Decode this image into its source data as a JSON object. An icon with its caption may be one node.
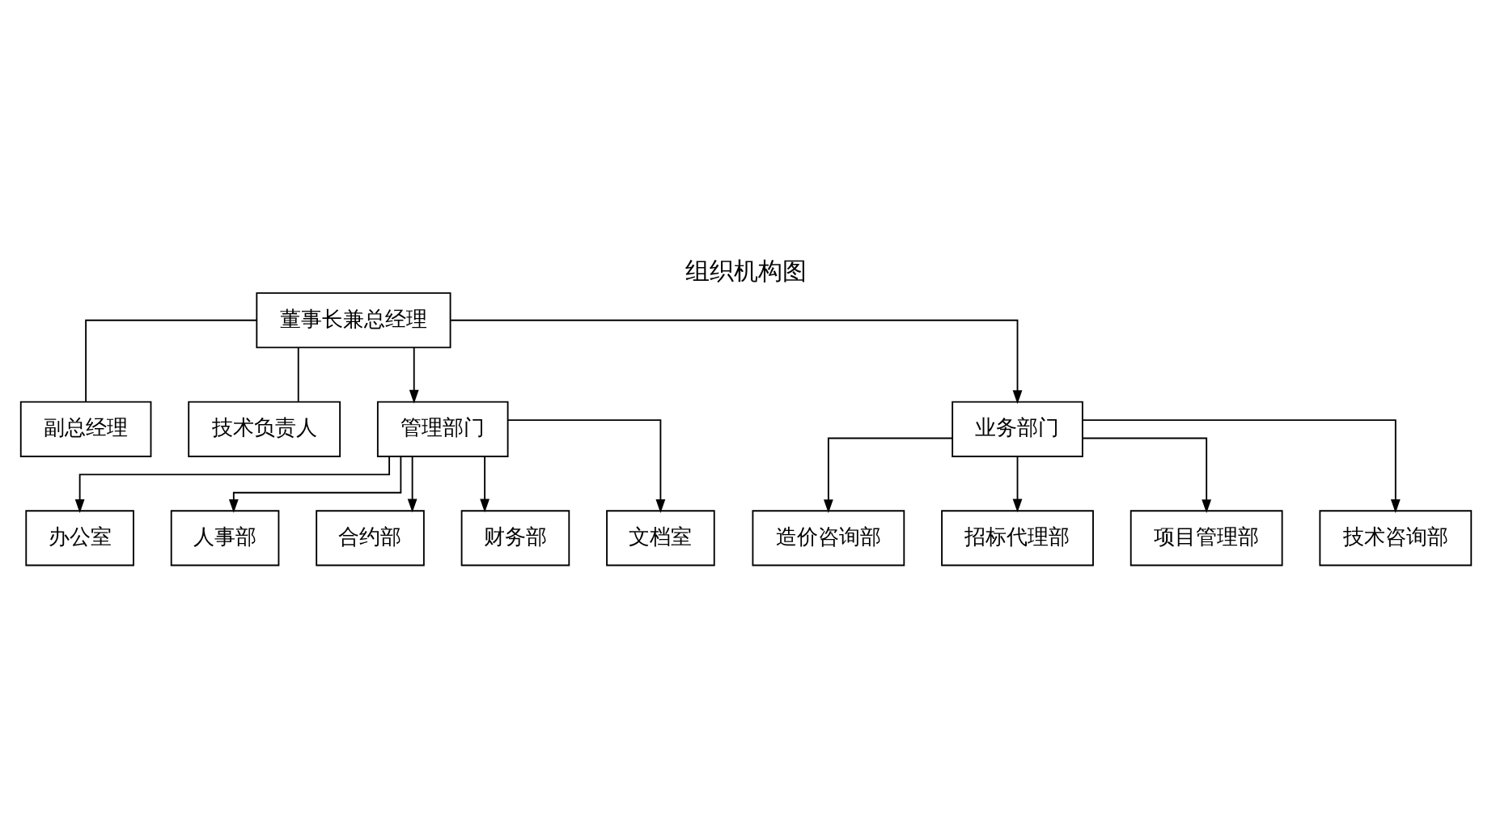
{
  "diagram": {
    "title": "组织机构图",
    "nodes": [
      {
        "text": [
          "董事长兼总经理"
        ]
      },
      {
        "text": [
          "副总经理"
        ]
      },
      {
        "text": [
          "技术负责人"
        ]
      },
      {
        "text": [
          "管理部门"
        ]
      },
      {
        "text": [
          "业务部门"
        ]
      },
      {
        "text": [
          "办公室"
        ]
      },
      {
        "text": [
          "人事部"
        ]
      },
      {
        "text": [
          "合约部"
        ]
      },
      {
        "text": [
          "财务部"
        ]
      },
      {
        "text": [
          "文档室"
        ]
      },
      {
        "text": [
          "造价咨询部"
        ]
      },
      {
        "text": [
          "招标代理部"
        ]
      },
      {
        "text": [
          "项目管理部"
        ]
      },
      {
        "text": [
          "技术咨询部"
        ]
      }
    ],
    "edges": [
      {
        "from": 0,
        "to": 1,
        "arrow": "none"
      },
      {
        "from": 0,
        "to": 2,
        "arrow": "none"
      },
      {
        "from": 0,
        "to": 3,
        "arrow": "to"
      },
      {
        "from": 0,
        "to": 4,
        "arrow": "to"
      },
      {
        "from": 3,
        "to": 5,
        "arrow": "to"
      },
      {
        "from": 3,
        "to": 6,
        "arrow": "to"
      },
      {
        "from": 3,
        "to": 7,
        "arrow": "to"
      },
      {
        "from": 3,
        "to": 8,
        "arrow": "to"
      },
      {
        "from": 3,
        "to": 9,
        "arrow": "to"
      },
      {
        "from": 4,
        "to": 10,
        "arrow": "to"
      },
      {
        "from": 4,
        "to": 11,
        "arrow": "to"
      },
      {
        "from": 4,
        "to": 12,
        "arrow": "to"
      },
      {
        "from": 4,
        "to": 13,
        "arrow": "to"
      }
    ]
  }
}
